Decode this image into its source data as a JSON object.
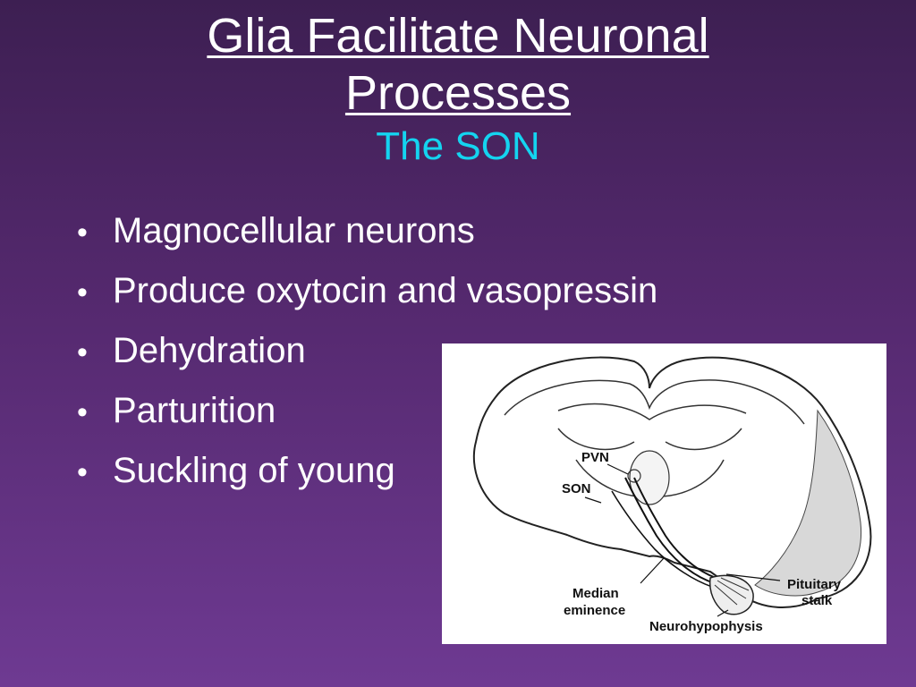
{
  "slide": {
    "title_line1": "Glia Facilitate Neuronal",
    "title_line2": "Processes",
    "subtitle": "The SON"
  },
  "bullets": [
    "Magnocellular neurons",
    "Produce oxytocin and vasopressin",
    "Dehydration",
    "Parturition",
    "Suckling of young"
  ],
  "figure": {
    "labels": {
      "pvn": "PVN",
      "son": "SON",
      "median": "Median",
      "eminence": "eminence",
      "pituitary": "Pituitary",
      "stalk": "stalk",
      "neurohypophysis": "Neurohypophysis"
    }
  },
  "colors": {
    "subtitle": "#14d4f0",
    "background_top": "#3d1f52",
    "background_bottom": "#6e3a92"
  }
}
